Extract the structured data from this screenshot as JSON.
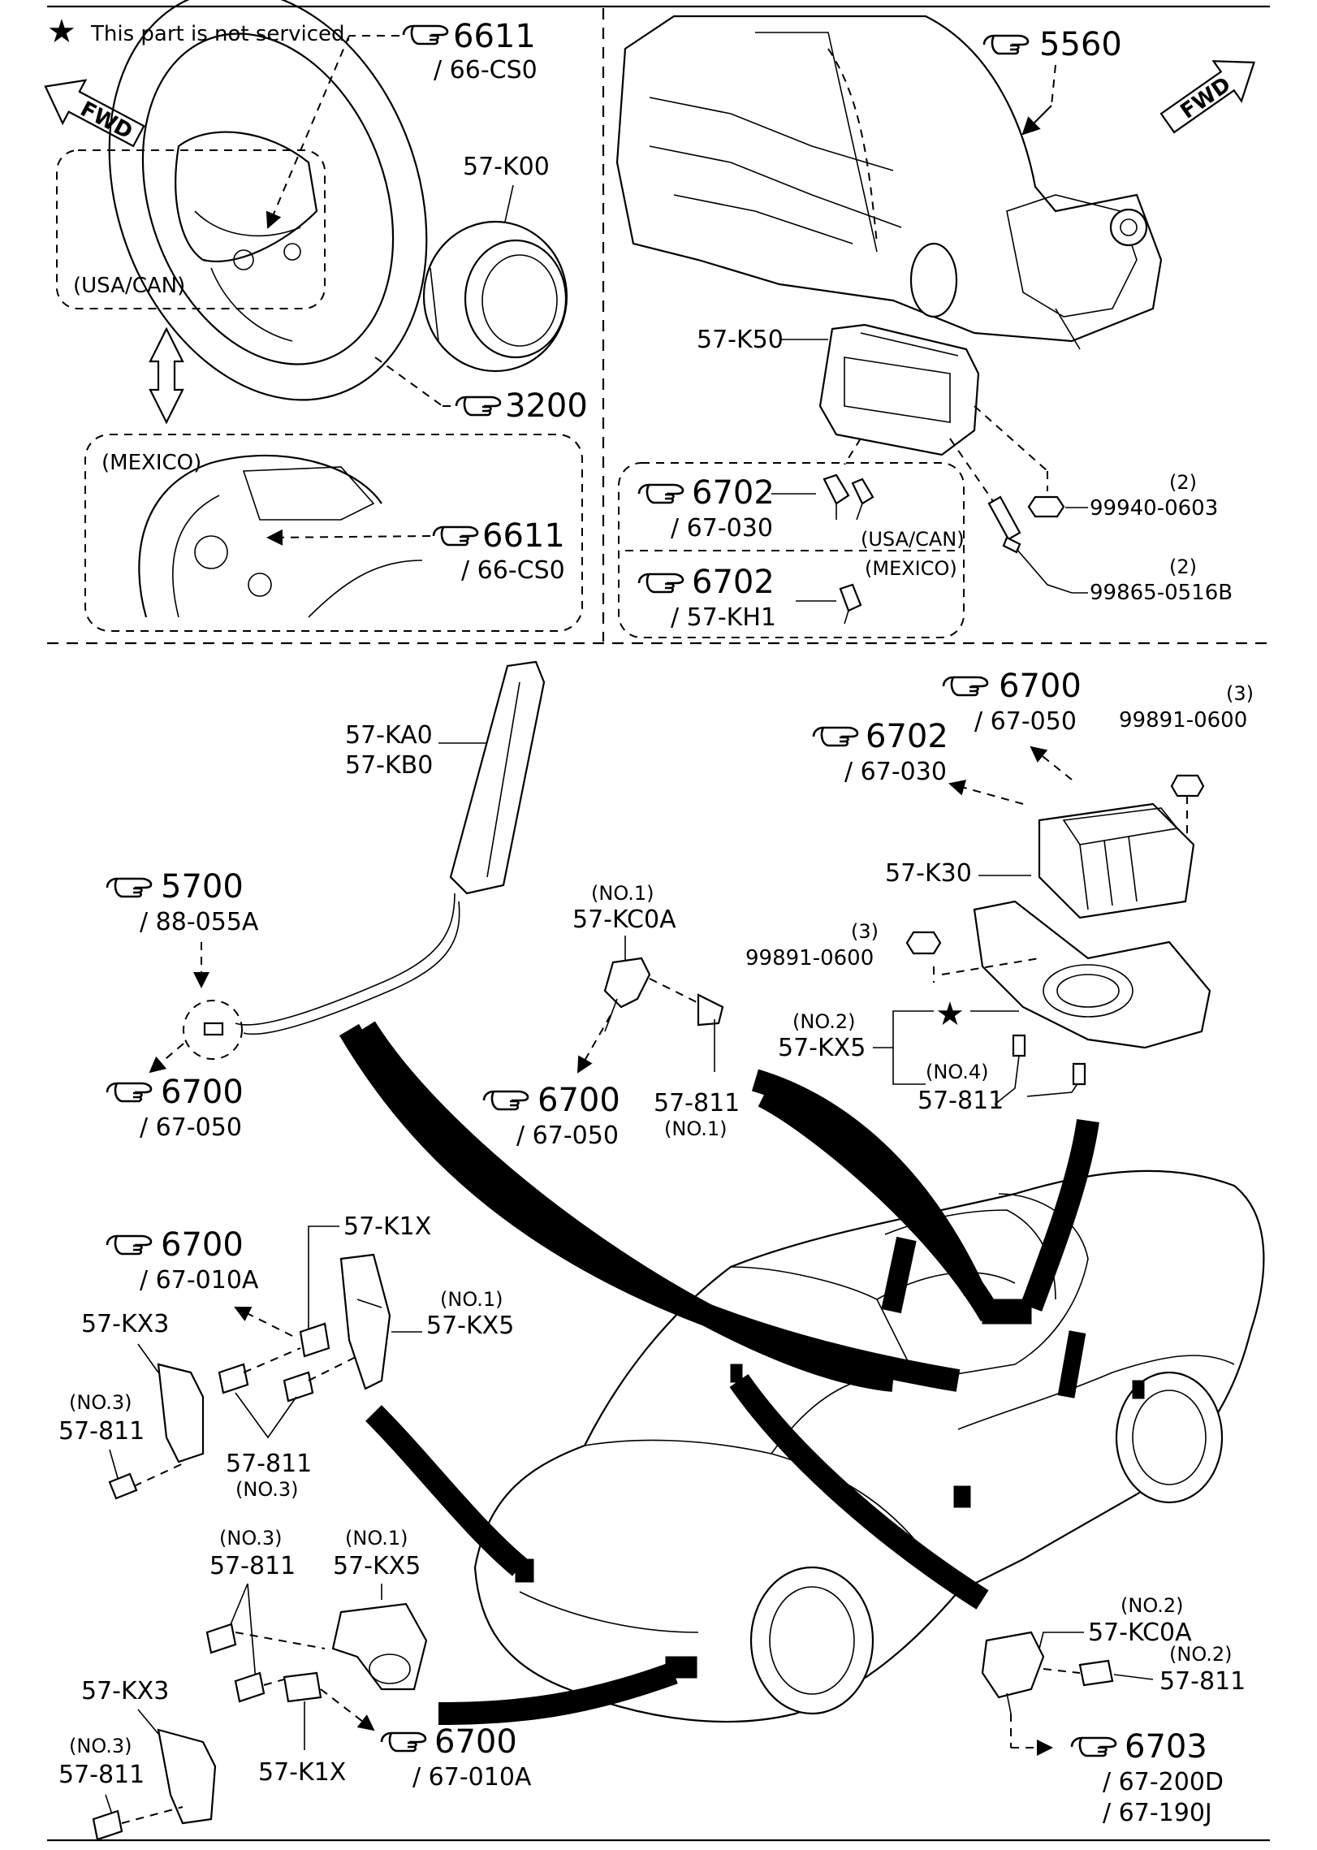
{
  "legend": {
    "star_note": "This part is not serviced."
  },
  "fwd_label": "FWD",
  "regions": {
    "usa_can": "(USA/CAN)",
    "mexico": "(MEXICO)",
    "usa_can_small": "(USA/CAN)",
    "mexico_small": "(MEXICO)"
  },
  "refs": {
    "r6611a": {
      "num": "6611",
      "sub": "/ 66-CS0"
    },
    "r6611b": {
      "num": "6611",
      "sub": "/ 66-CS0"
    },
    "r3200": {
      "num": "3200"
    },
    "r5560": {
      "num": "5560"
    },
    "r6702a": {
      "num": "6702",
      "sub": "/ 67-030"
    },
    "r6702b": {
      "num": "6702",
      "sub": "/ 57-KH1"
    },
    "r6700a": {
      "num": "6700",
      "sub": "/ 67-050"
    },
    "r6702c": {
      "num": "6702",
      "sub": "/ 67-030"
    },
    "r5700": {
      "num": "5700",
      "sub": "/ 88-055A"
    },
    "r6700b": {
      "num": "6700",
      "sub": "/ 67-050"
    },
    "r6700c": {
      "num": "6700",
      "sub": "/ 67-050"
    },
    "r6700d": {
      "num": "6700",
      "sub": "/ 67-010A"
    },
    "r6700e": {
      "num": "6700",
      "sub": "/ 67-010A"
    },
    "r6703": {
      "num": "6703",
      "sub1": "/ 67-200D",
      "sub2": "/ 67-190J"
    }
  },
  "parts": {
    "k00": "57-K00",
    "k50": "57-K50",
    "p99940": "99940-0603",
    "p99940_qty": "(2)",
    "p99865": "99865-0516B",
    "p99865_qty": "(2)",
    "ka0": "57-KA0",
    "kb0": "57-KB0",
    "p99891a": "99891-0600",
    "p99891a_qty": "(3)",
    "k30": "57-K30",
    "p99891b": "99891-0600",
    "p99891b_qty": "(3)",
    "kc0a_1_no": "(NO.1)",
    "kc0a_1": "57-KC0A",
    "s811_1": "57-811",
    "s811_1_no": "(NO.1)",
    "kx5_2_no": "(NO.2)",
    "kx5_2": "57-KX5",
    "s811_4_no": "(NO.4)",
    "s811_4": "57-811",
    "k1x_a": "57-K1X",
    "kx5_1a_no": "(NO.1)",
    "kx5_1a": "57-KX5",
    "kx3_a": "57-KX3",
    "s811_3a_no": "(NO.3)",
    "s811_3a": "57-811",
    "s811_3b": "57-811",
    "s811_3b_no": "(NO.3)",
    "s811_3c_no": "(NO.3)",
    "s811_3c": "57-811",
    "kx5_1b_no": "(NO.1)",
    "kx5_1b": "57-KX5",
    "kx3_b": "57-KX3",
    "s811_3d_no": "(NO.3)",
    "s811_3d": "57-811",
    "k1x_b": "57-K1X",
    "kc0a_2_no": "(NO.2)",
    "kc0a_2": "57-KC0A",
    "s811_2_no": "(NO.2)",
    "s811_2": "57-811"
  }
}
